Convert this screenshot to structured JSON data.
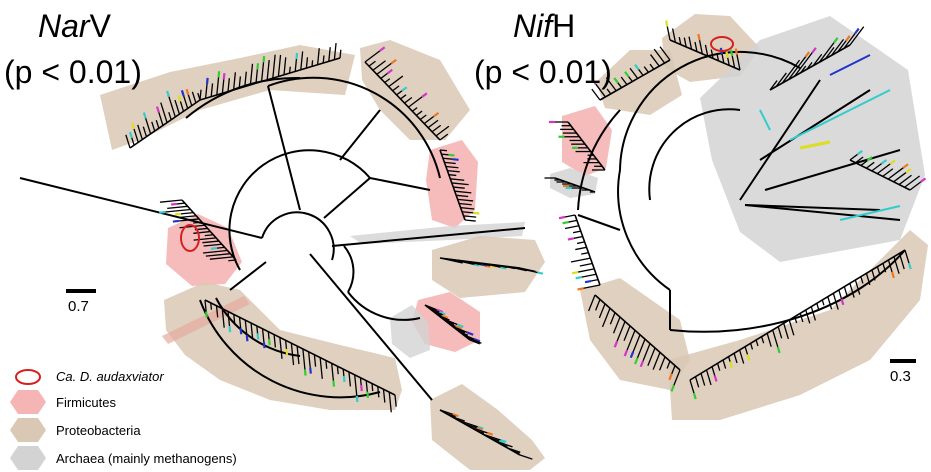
{
  "left_tree": {
    "gene_italic": "Nar",
    "gene_rest": "V",
    "pvalue": "(p < 0.01)",
    "scale_value": "0.7"
  },
  "right_tree": {
    "gene_italic": "Nif",
    "gene_rest": "H",
    "pvalue": "(p < 0.01)",
    "scale_value": "0.3"
  },
  "legend": {
    "items": [
      {
        "label": "Ca. D. audaxviator",
        "marker": "red-ellipse-outline"
      },
      {
        "label": "Firmicutes",
        "marker": "pink-hexagon"
      },
      {
        "label": "Proteobacteria",
        "marker": "tan-hexagon"
      },
      {
        "label": "Archaea (mainly methanogens)",
        "marker": "grey-hexagon"
      }
    ]
  },
  "colors": {
    "proteobacteria": "#d9c8b4",
    "firmicutes": "#f5b5b5",
    "archaea": "#d3d3d3",
    "audaxviator": "#d62020",
    "branch": "#000000",
    "tip_magenta": "#d633c8",
    "tip_green": "#33cc33",
    "tip_cyan": "#33cccc",
    "tip_blue": "#2233cc",
    "tip_orange": "#ee7722",
    "tip_yellow": "#dddd22"
  }
}
